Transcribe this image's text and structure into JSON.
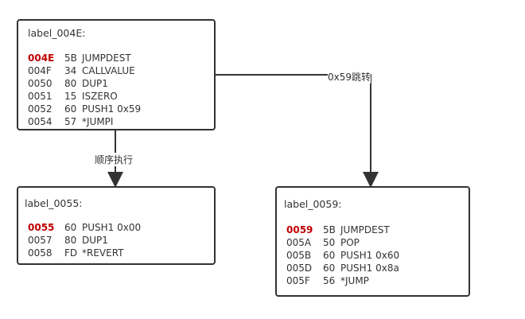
{
  "blocks": [
    {
      "title": "label_004E:",
      "rows": [
        {
          "addr": "004E",
          "hex": "5B",
          "op": "JUMPDEST",
          "highlight": true
        },
        {
          "addr": "004F",
          "hex": "34",
          "op": "CALLVALUE"
        },
        {
          "addr": "0050",
          "hex": "80",
          "op": "DUP1"
        },
        {
          "addr": "0051",
          "hex": "15",
          "op": "ISZERO"
        },
        {
          "addr": "0052",
          "hex": "60",
          "op": "PUSH1 0x59"
        },
        {
          "addr": "0054",
          "hex": "57",
          "op": "*JUMPI"
        }
      ]
    },
    {
      "title": "label_0055:",
      "rows": [
        {
          "addr": "0055",
          "hex": "60",
          "op": "PUSH1 0x00",
          "highlight": true
        },
        {
          "addr": "0057",
          "hex": "80",
          "op": "DUP1"
        },
        {
          "addr": "0058",
          "hex": "FD",
          "op": "*REVERT"
        }
      ]
    },
    {
      "title": "label_0059:",
      "rows": [
        {
          "addr": "0059",
          "hex": "5B",
          "op": "JUMPDEST",
          "highlight": true
        },
        {
          "addr": "005A",
          "hex": "50",
          "op": "POP"
        },
        {
          "addr": "005B",
          "hex": "60",
          "op": "PUSH1 0x60"
        },
        {
          "addr": "005D",
          "hex": "60",
          "op": "PUSH1 0x8a"
        },
        {
          "addr": "005F",
          "hex": "56",
          "op": "*JUMP"
        }
      ]
    }
  ],
  "edges": [
    {
      "from": "label_004E",
      "to": "label_0055",
      "label": "顺序执行"
    },
    {
      "from": "label_004E",
      "to": "label_0059",
      "label": "0x59跳转"
    }
  ],
  "colors": {
    "highlight": "#c00000",
    "stroke": "#333333"
  }
}
